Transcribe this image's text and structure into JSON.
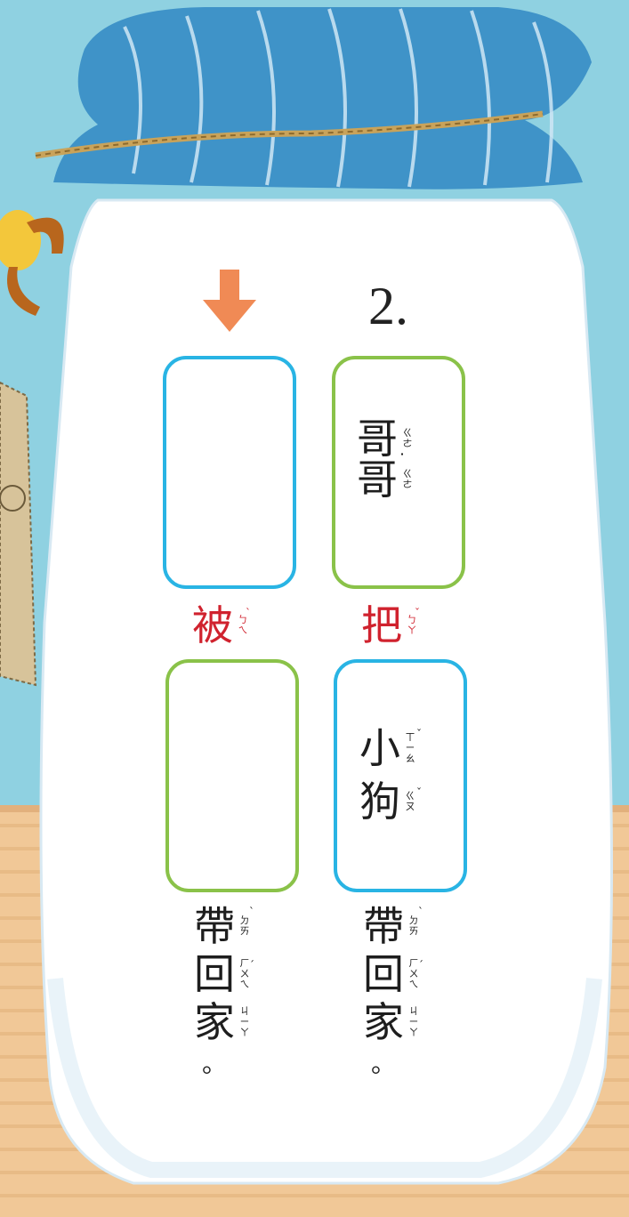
{
  "item_number": "2.",
  "arrow_icon": "down-arrow-icon",
  "colors": {
    "sky": "#8fd1e1",
    "table": "#f1c897",
    "blue_border": "#29b4e4",
    "green_border": "#8ac249",
    "connector_red": "#d0222e",
    "arrow_orange": "#f08a55",
    "cloth": "#3f93c8"
  },
  "right_column": {
    "top_box": [
      {
        "char": "哥",
        "zhuyin": [
          "ㄍ",
          "ㄜ"
        ],
        "tone": ""
      },
      {
        "char": "哥",
        "zhuyin": [
          "ㄍ",
          "ㄜ"
        ],
        "tone": "˙"
      }
    ],
    "connector": {
      "char": "把",
      "zhuyin": [
        "ㄅ",
        "ㄚ"
      ],
      "tone": "ˇ"
    },
    "bottom_box": [
      {
        "char": "小",
        "zhuyin": [
          "ㄒ",
          "ㄧ",
          "ㄠ"
        ],
        "tone": "ˇ"
      },
      {
        "char": "狗",
        "zhuyin": [
          "ㄍ",
          "ㄡ"
        ],
        "tone": "ˇ"
      }
    ],
    "predicate": [
      {
        "char": "帶",
        "zhuyin": [
          "ㄉ",
          "ㄞ"
        ],
        "tone": "ˋ"
      },
      {
        "char": "回",
        "zhuyin": [
          "ㄏ",
          "ㄨ",
          "ㄟ"
        ],
        "tone": "ˊ"
      },
      {
        "char": "家",
        "zhuyin": [
          "ㄐ",
          "ㄧ",
          "ㄚ"
        ],
        "tone": ""
      }
    ],
    "period": "。"
  },
  "left_column": {
    "top_box": [],
    "connector": {
      "char": "被",
      "zhuyin": [
        "ㄅ",
        "ㄟ"
      ],
      "tone": "ˋ"
    },
    "bottom_box": [],
    "predicate": [
      {
        "char": "帶",
        "zhuyin": [
          "ㄉ",
          "ㄞ"
        ],
        "tone": "ˋ"
      },
      {
        "char": "回",
        "zhuyin": [
          "ㄏ",
          "ㄨ",
          "ㄟ"
        ],
        "tone": "ˊ"
      },
      {
        "char": "家",
        "zhuyin": [
          "ㄐ",
          "ㄧ",
          "ㄚ"
        ],
        "tone": ""
      }
    ],
    "period": "。"
  }
}
